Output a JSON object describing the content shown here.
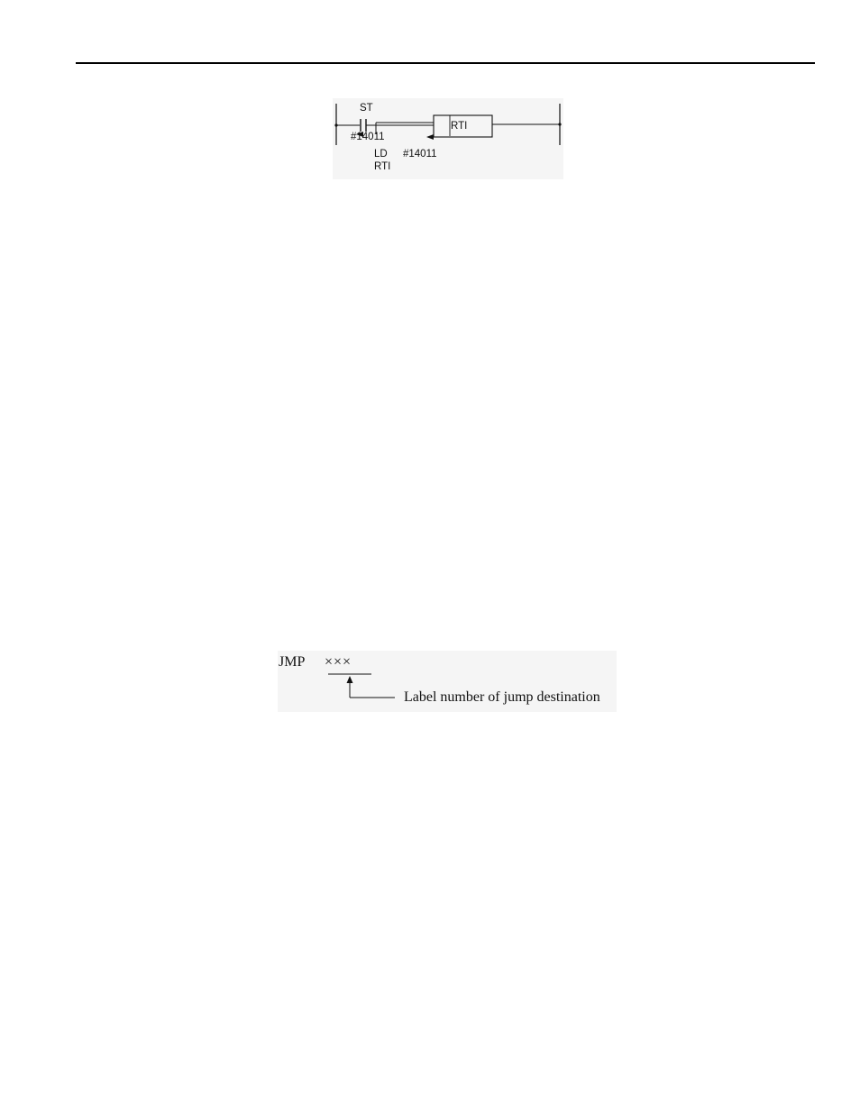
{
  "ladder_figure": {
    "contact_label": "ST",
    "contact_address": "#14011",
    "instruction_box": "RTI",
    "mnemonic_lines": [
      {
        "op": "LD",
        "operand": "#14011"
      },
      {
        "op": "RTI",
        "operand": ""
      }
    ]
  },
  "jmp_figure": {
    "instruction": "JMP",
    "placeholder": "×××",
    "pointer_label": "Label number of jump destination"
  }
}
